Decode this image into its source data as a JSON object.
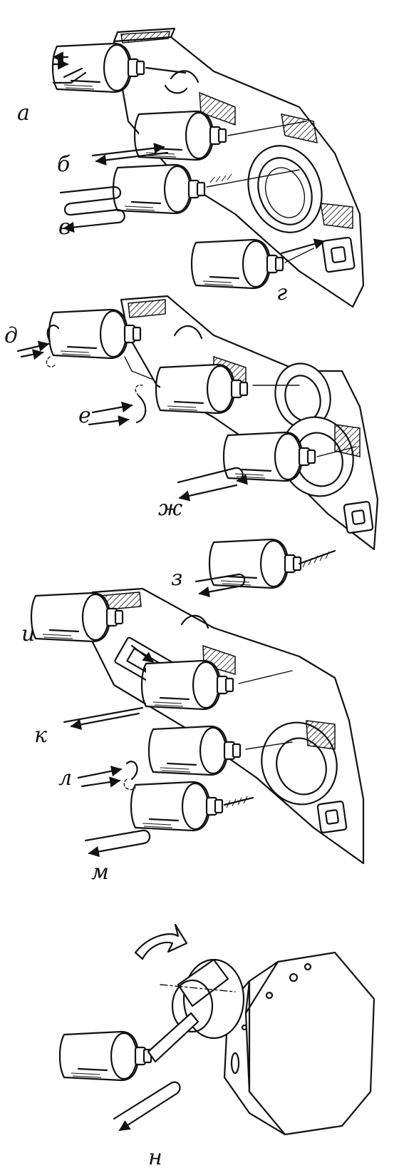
{
  "figure": {
    "operation_labels": [
      "а",
      "б",
      "в",
      "г",
      "д",
      "е",
      "ж",
      "з",
      "и",
      "к",
      "л",
      "м",
      "н"
    ]
  }
}
